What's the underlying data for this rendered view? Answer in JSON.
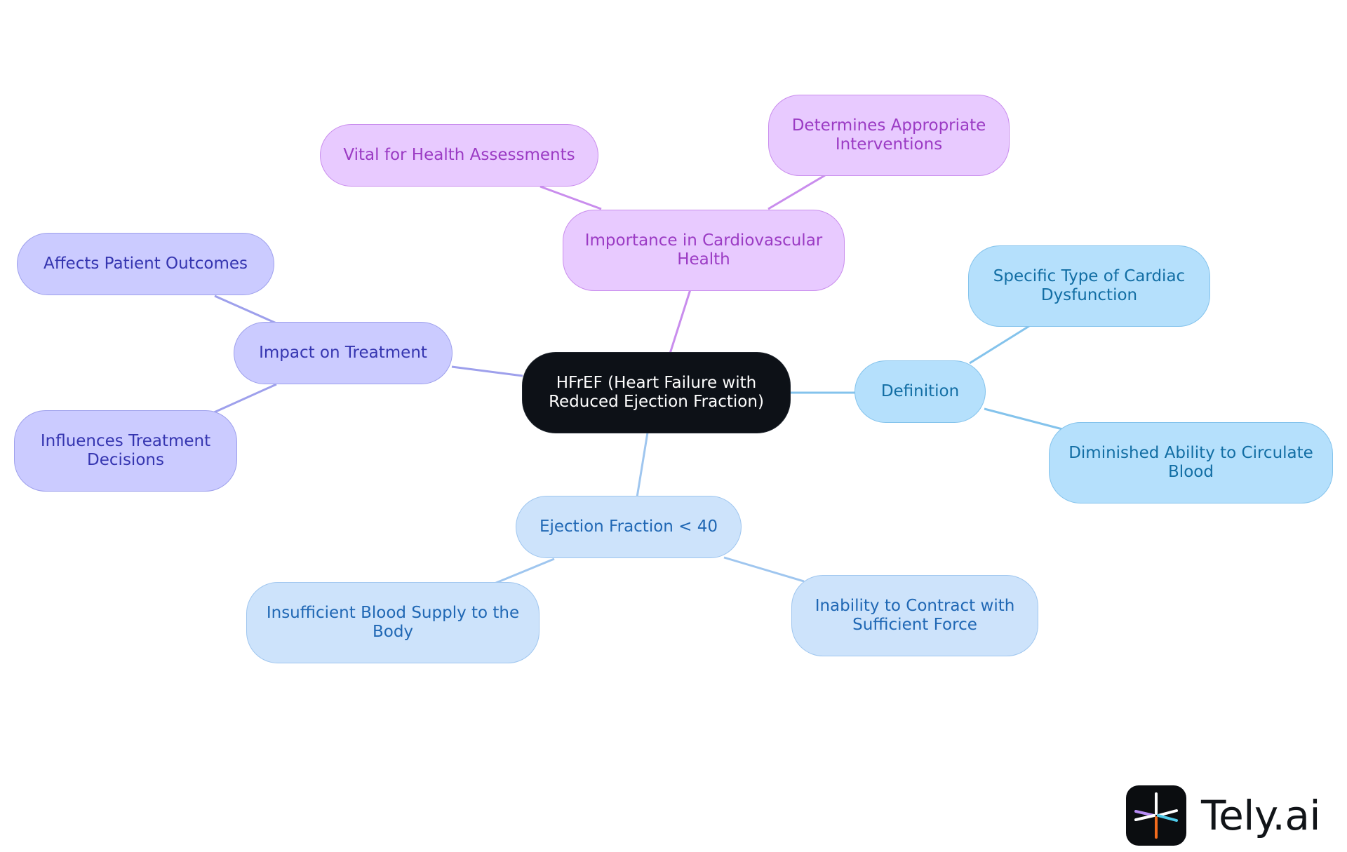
{
  "nodes": {
    "root": "HFrEF (Heart Failure with\nReduced Ejection Fraction)",
    "importance": "Importance in Cardiovascular\nHealth",
    "vital": "Vital for Health Assessments",
    "determines": "Determines Appropriate\nInterventions",
    "impact": "Impact on Treatment",
    "affects": "Affects Patient Outcomes",
    "influences": "Influences Treatment\nDecisions",
    "definition": "Definition",
    "specific": "Specific Type of Cardiac\nDysfunction",
    "diminished": "Diminished Ability to Circulate\nBlood",
    "ejection": "Ejection Fraction < 40",
    "insufficient": "Insufficient Blood Supply to the\nBody",
    "inability": "Inability to Contract with\nSufficient Force"
  },
  "colors": {
    "root_fill": "#0d1117",
    "purple_edge": "#c98ded",
    "indigo_edge": "#9ea0ec",
    "sky_edge": "#84c3ec",
    "pale_edge": "#9fc6ef"
  },
  "logo": {
    "text": "Tely.ai",
    "icon": "tely-asterisk-icon"
  }
}
